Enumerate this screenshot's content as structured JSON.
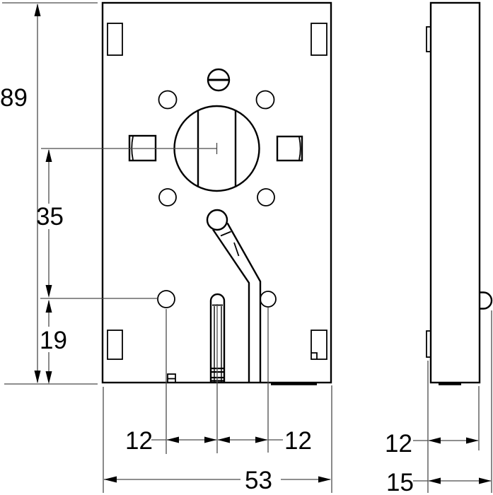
{
  "colors": {
    "background": "#ffffff",
    "line": "#000000",
    "thin_line": "#4a4a4a"
  },
  "dimensions": {
    "overall_height": "89",
    "center_to_lower_hole": "35",
    "lower_hole_to_bottom": "19",
    "left_hole_offset": "12",
    "right_hole_offset": "12",
    "overall_width": "53",
    "case_depth": "12",
    "overall_depth": "15"
  }
}
